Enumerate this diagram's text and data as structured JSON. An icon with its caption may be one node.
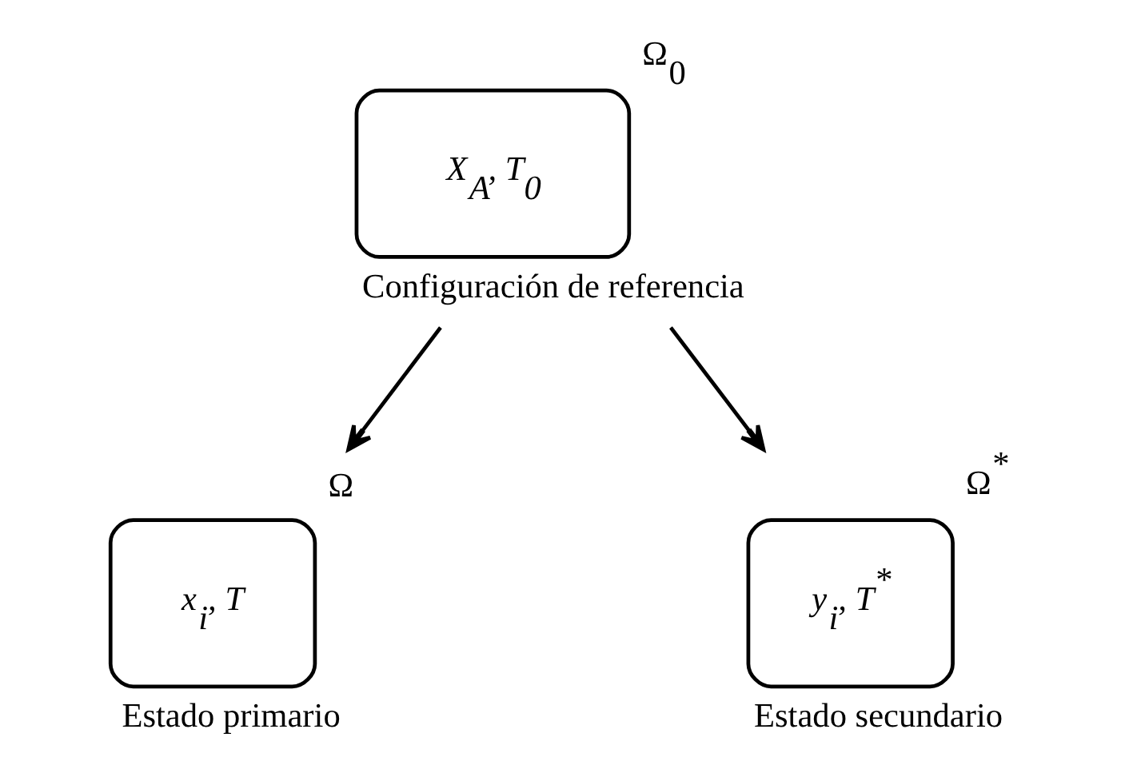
{
  "diagram": {
    "nodes": [
      {
        "text": [
          "X$_{A}$, T$_{0}$"
        ],
        "beside": [
          "Ω$_{0}$",
          "Configuración de referencia"
        ]
      },
      {
        "text": [
          "x$_{i}$, T"
        ],
        "beside": [
          "Ω",
          "Estado primario"
        ]
      },
      {
        "text": [
          "y$_{i}$, T$^{*}$"
        ],
        "beside": [
          "Ω$^{*}$",
          "Estado secundario"
        ]
      }
    ],
    "edges": [
      {
        "from": 0,
        "to": 1,
        "arrow": "to"
      },
      {
        "from": 0,
        "to": 2,
        "arrow": "to"
      }
    ]
  }
}
